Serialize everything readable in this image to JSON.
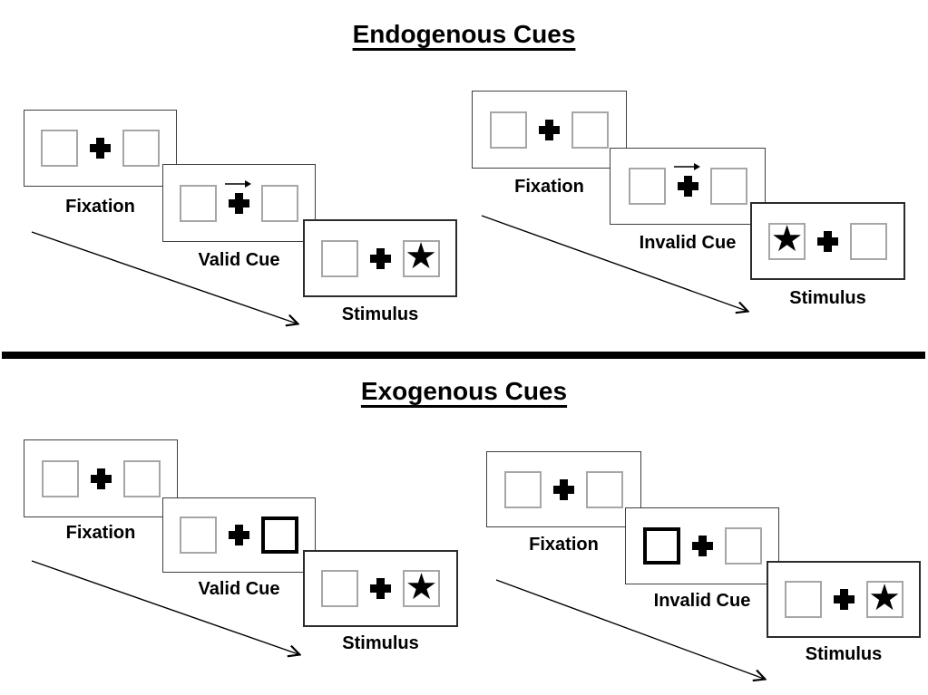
{
  "sections": [
    {
      "title": "Endogenous Cues",
      "sequences": [
        {
          "name": "valid-trial",
          "panels": [
            {
              "label": "Fixation",
              "type": "fixation"
            },
            {
              "label": "Valid Cue",
              "type": "cue",
              "cue_style": "central-arrow",
              "cue_direction": "right"
            },
            {
              "label": "Stimulus",
              "type": "stimulus",
              "star_position": "right"
            }
          ]
        },
        {
          "name": "invalid-trial",
          "panels": [
            {
              "label": "Fixation",
              "type": "fixation"
            },
            {
              "label": "Invalid Cue",
              "type": "cue",
              "cue_style": "central-arrow",
              "cue_direction": "right"
            },
            {
              "label": "Stimulus",
              "type": "stimulus",
              "star_position": "left"
            }
          ]
        }
      ]
    },
    {
      "title": "Exogenous Cues",
      "sequences": [
        {
          "name": "valid-trial",
          "panels": [
            {
              "label": "Fixation",
              "type": "fixation"
            },
            {
              "label": "Valid Cue",
              "type": "cue",
              "cue_style": "peripheral-box-highlight",
              "cue_side": "right"
            },
            {
              "label": "Stimulus",
              "type": "stimulus",
              "star_position": "right"
            }
          ]
        },
        {
          "name": "invalid-trial",
          "panels": [
            {
              "label": "Fixation",
              "type": "fixation"
            },
            {
              "label": "Invalid Cue",
              "type": "cue",
              "cue_style": "peripheral-box-highlight",
              "cue_side": "left"
            },
            {
              "label": "Stimulus",
              "type": "stimulus",
              "star_position": "right"
            }
          ]
        }
      ]
    }
  ],
  "icons": {
    "star_glyph": "★",
    "fixation_cross": "heavy-plus",
    "cue_arrow": "thin-right-arrow",
    "timeline_arrow": "diagonal-down-right-arrow"
  },
  "colors": {
    "background": "#ffffff",
    "panel_border": "#3f3f3f",
    "square_border": "#a6a6a6",
    "cue_highlight_border": "#000000",
    "divider": "#000000",
    "text": "#000000"
  }
}
